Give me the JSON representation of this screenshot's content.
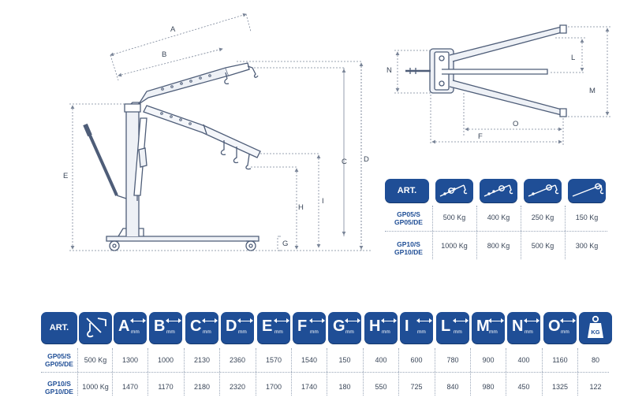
{
  "dimension_letters": {
    "A": "A",
    "B": "B",
    "C": "C",
    "D": "D",
    "E": "E",
    "F": "F",
    "G": "G",
    "H": "H",
    "I": "I",
    "L": "L",
    "M": "M",
    "N": "N",
    "O": "O"
  },
  "colors": {
    "brand_blue": "#1f4e96",
    "line": "#5a6a84",
    "text": "#3a4658"
  },
  "capacity_table": {
    "art_label": "ART.",
    "header_icons": [
      "boom-position-1-icon",
      "boom-position-2-icon",
      "boom-position-3-icon",
      "boom-position-4-icon"
    ],
    "rows": [
      {
        "label_1": "GP05/S",
        "label_2": "GP05/DE",
        "values": [
          "500 Kg",
          "400 Kg",
          "250 Kg",
          "150 Kg"
        ]
      },
      {
        "label_1": "GP10/S",
        "label_2": "GP10/DE",
        "values": [
          "1000 Kg",
          "800 Kg",
          "500 Kg",
          "300 Kg"
        ]
      }
    ]
  },
  "dimensions_table": {
    "art_label": "ART.",
    "hook_icon": "crane-hook-icon",
    "columns": [
      "A",
      "B",
      "C",
      "D",
      "E",
      "F",
      "G",
      "H",
      "I",
      "L",
      "M",
      "N",
      "O"
    ],
    "unit": "mm",
    "weight_icon": "weight-kg-icon",
    "weight_label": "KG",
    "rows": [
      {
        "label_1": "GP05/S",
        "label_2": "GP05/DE",
        "capacity": "500 Kg",
        "values": [
          "1300",
          "1000",
          "2130",
          "2360",
          "1570",
          "1540",
          "150",
          "400",
          "600",
          "780",
          "900",
          "400",
          "1160",
          "80"
        ]
      },
      {
        "label_1": "GP10/S",
        "label_2": "GP10/DE",
        "capacity": "1000 Kg",
        "values": [
          "1470",
          "1170",
          "2180",
          "2320",
          "1700",
          "1740",
          "180",
          "550",
          "725",
          "840",
          "980",
          "450",
          "1325",
          "122"
        ]
      }
    ]
  }
}
